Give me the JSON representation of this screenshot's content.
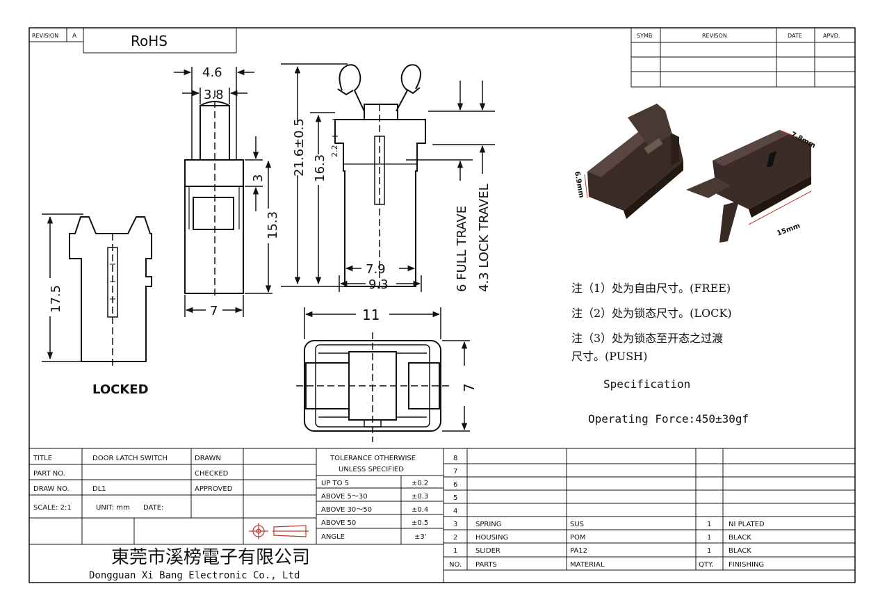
{
  "revision_box": {
    "label": "REVISION",
    "rev": "A",
    "rohs": "RoHS"
  },
  "rev_table": {
    "headers": [
      "SYMB",
      "REVISON",
      "DATE",
      "APVD."
    ]
  },
  "dims": {
    "top_width_outer": "4.6",
    "top_width_inner": "3.8",
    "d3": "3",
    "d15_3": "15.3",
    "d7_side": "7",
    "d17_5": "17.5",
    "locked": "LOCKED",
    "d21_6": "21.6±0.5",
    "d16_3": "16.3",
    "d2_2": "2.2",
    "d7_9": "7.9",
    "d9_3": "9.3",
    "full_travel": "6 FULL TRAVE",
    "lock_travel": "4.3 LOCK TRAVEL",
    "d11": "11",
    "d7_bottom": "7"
  },
  "photo": {
    "dim_7_8": "7.8mm",
    "dim_6_9": "6.9mm",
    "dim_15": "15mm"
  },
  "notes": [
    "注（1）处为自由尺寸。(FREE)",
    "注（2）处为锁态尺寸。(LOCK)",
    "注（3）处为锁态至开态之过渡",
    "尺寸。(PUSH)"
  ],
  "spec": {
    "title": "Specification",
    "force": "Operating Force:450±30gf"
  },
  "title_block": {
    "title_label": "TITLE",
    "title_value": "DOOR LATCH SWITCH",
    "part_label": "PART NO.",
    "part_value": "",
    "draw_label": "DRAW NO.",
    "draw_value": "DL1",
    "scale": "SCALE: 2:1",
    "unit": "UNIT: mm",
    "date": "DATE:",
    "drawn": "DRAWN",
    "checked": "CHECKED",
    "approved": "APPROVED",
    "tol_head1": "TOLERANCE OTHERWISE",
    "tol_head2": "UNLESS SPECIFIED",
    "tol_rows": [
      {
        "range": "UP TO 5",
        "tol": "±0.2"
      },
      {
        "range": "ABOVE 5～30",
        "tol": "±0.3"
      },
      {
        "range": "ABOVE 30～50",
        "tol": "±0.4"
      },
      {
        "range": "ABOVE 50",
        "tol": "±0.5"
      },
      {
        "range": "ANGLE",
        "tol": "±3'"
      }
    ],
    "company_cn": "東莞市溪榜電子有限公司",
    "company_en": "Dongguan Xi Bang Electronic Co., Ltd"
  },
  "bom": {
    "rows": [
      {
        "no": "8",
        "part": "",
        "material": "",
        "qty": "",
        "finish": ""
      },
      {
        "no": "7",
        "part": "",
        "material": "",
        "qty": "",
        "finish": ""
      },
      {
        "no": "6",
        "part": "",
        "material": "",
        "qty": "",
        "finish": ""
      },
      {
        "no": "5",
        "part": "",
        "material": "",
        "qty": "",
        "finish": ""
      },
      {
        "no": "4",
        "part": "",
        "material": "",
        "qty": "",
        "finish": ""
      },
      {
        "no": "3",
        "part": "SPRING",
        "material": "SUS",
        "qty": "1",
        "finish": "NI PLATED"
      },
      {
        "no": "2",
        "part": "HOUSING",
        "material": "POM",
        "qty": "1",
        "finish": "BLACK"
      },
      {
        "no": "1",
        "part": "SLIDER",
        "material": "PA12",
        "qty": "1",
        "finish": "BLACK"
      }
    ],
    "header": {
      "no": "NO.",
      "part": "PARTS",
      "material": "MATERIAL",
      "qty": "QTY.",
      "finish": "FINISHING"
    }
  }
}
